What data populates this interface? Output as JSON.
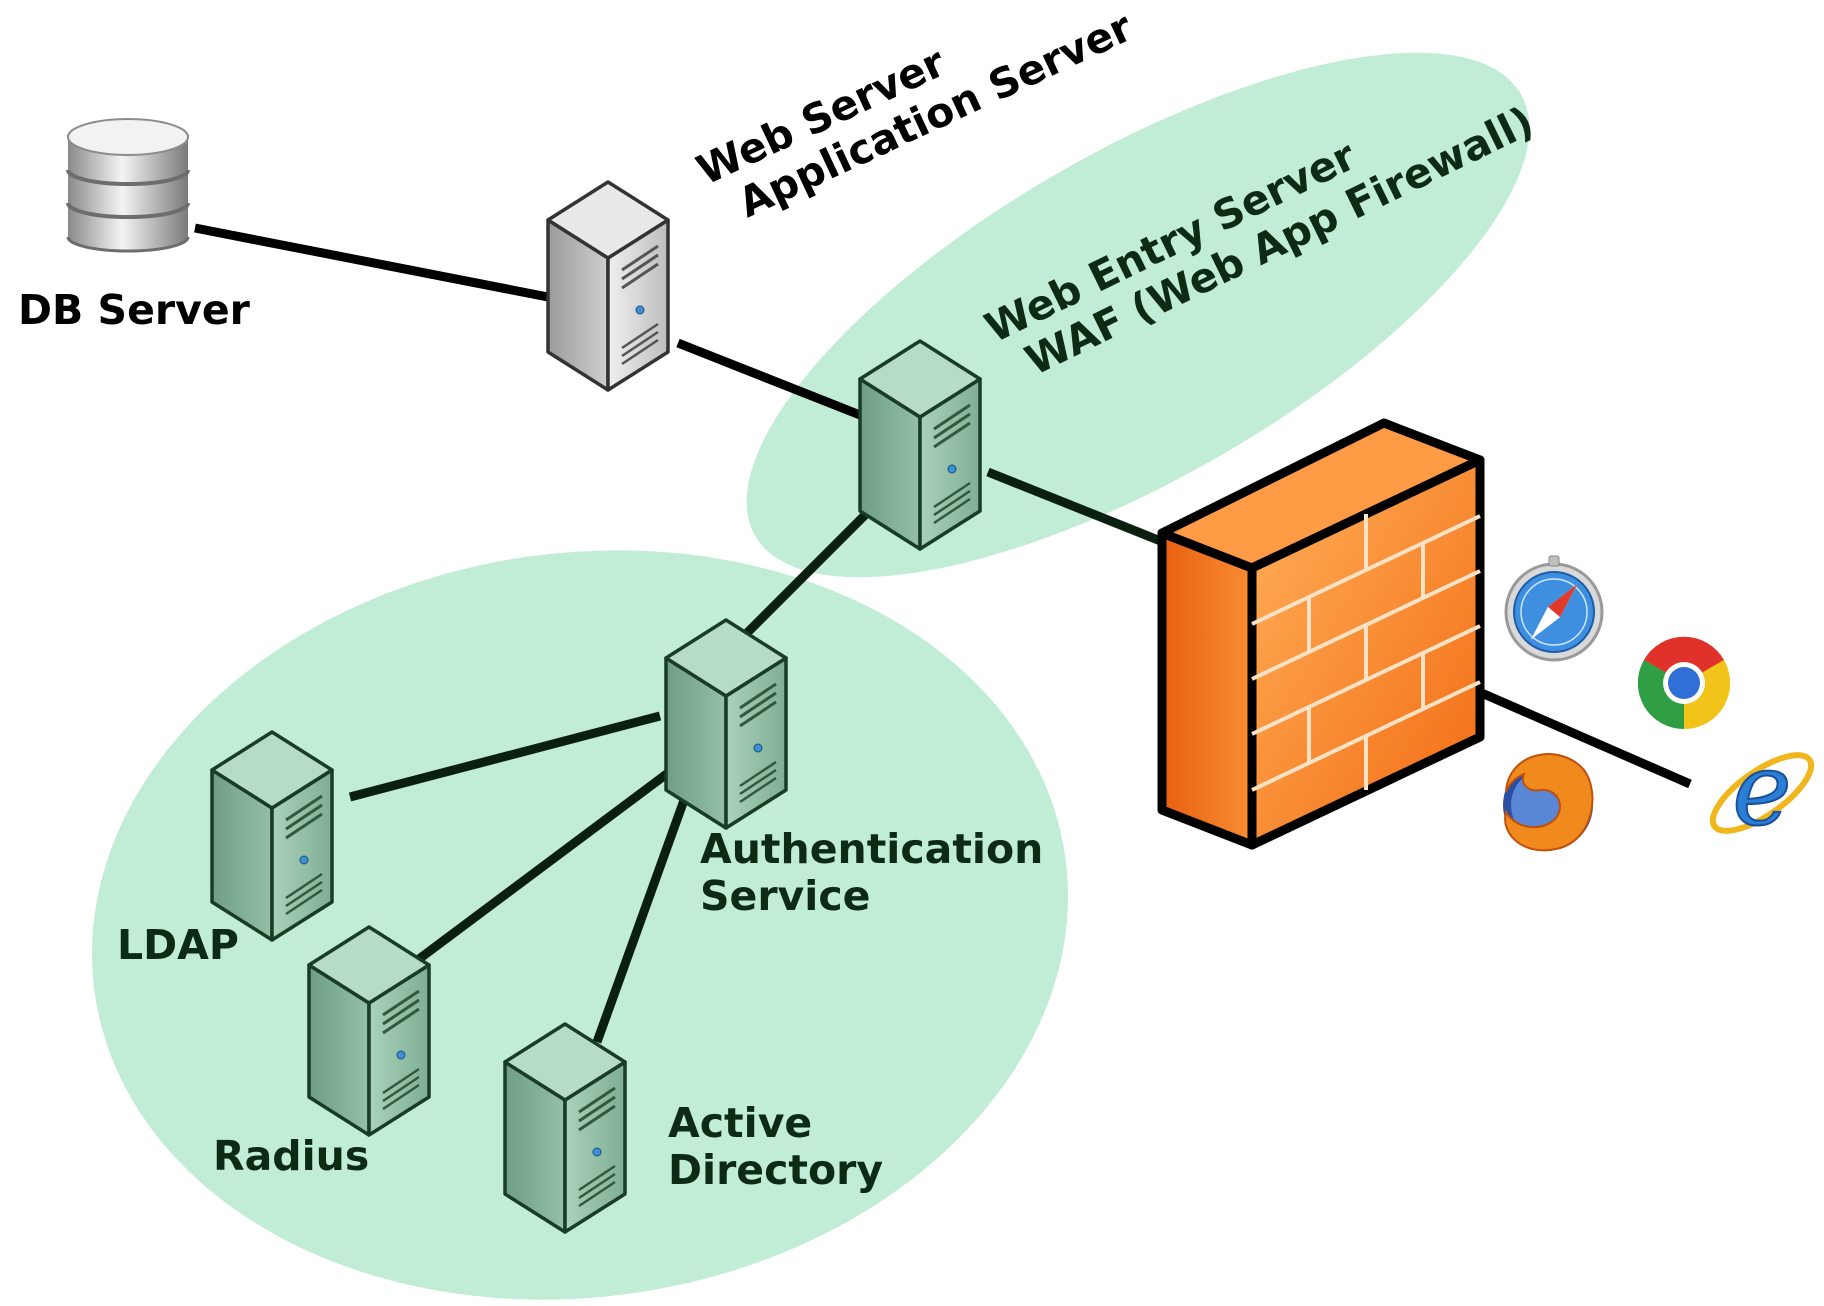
{
  "labels": {
    "db_server": "DB Server",
    "web_server": "Web Server",
    "application_server": "Application Server",
    "web_entry_server": "Web Entry Server",
    "waf": "WAF (Web App Firewall)",
    "authentication": "Authentication",
    "service": "Service",
    "ldap": "LDAP",
    "radius": "Radius",
    "active": "Active",
    "directory": "Directory"
  },
  "colors": {
    "zone_fill": "#c1ecd6",
    "green_server": "#7fae94",
    "gray_server": "#cfcfcf",
    "firewall": "#f57c1f",
    "connector": "#000000"
  },
  "icons": [
    "database-icon",
    "server-icon",
    "firewall-icon",
    "safari-icon",
    "chrome-icon",
    "firefox-icon",
    "internet-explorer-icon"
  ]
}
